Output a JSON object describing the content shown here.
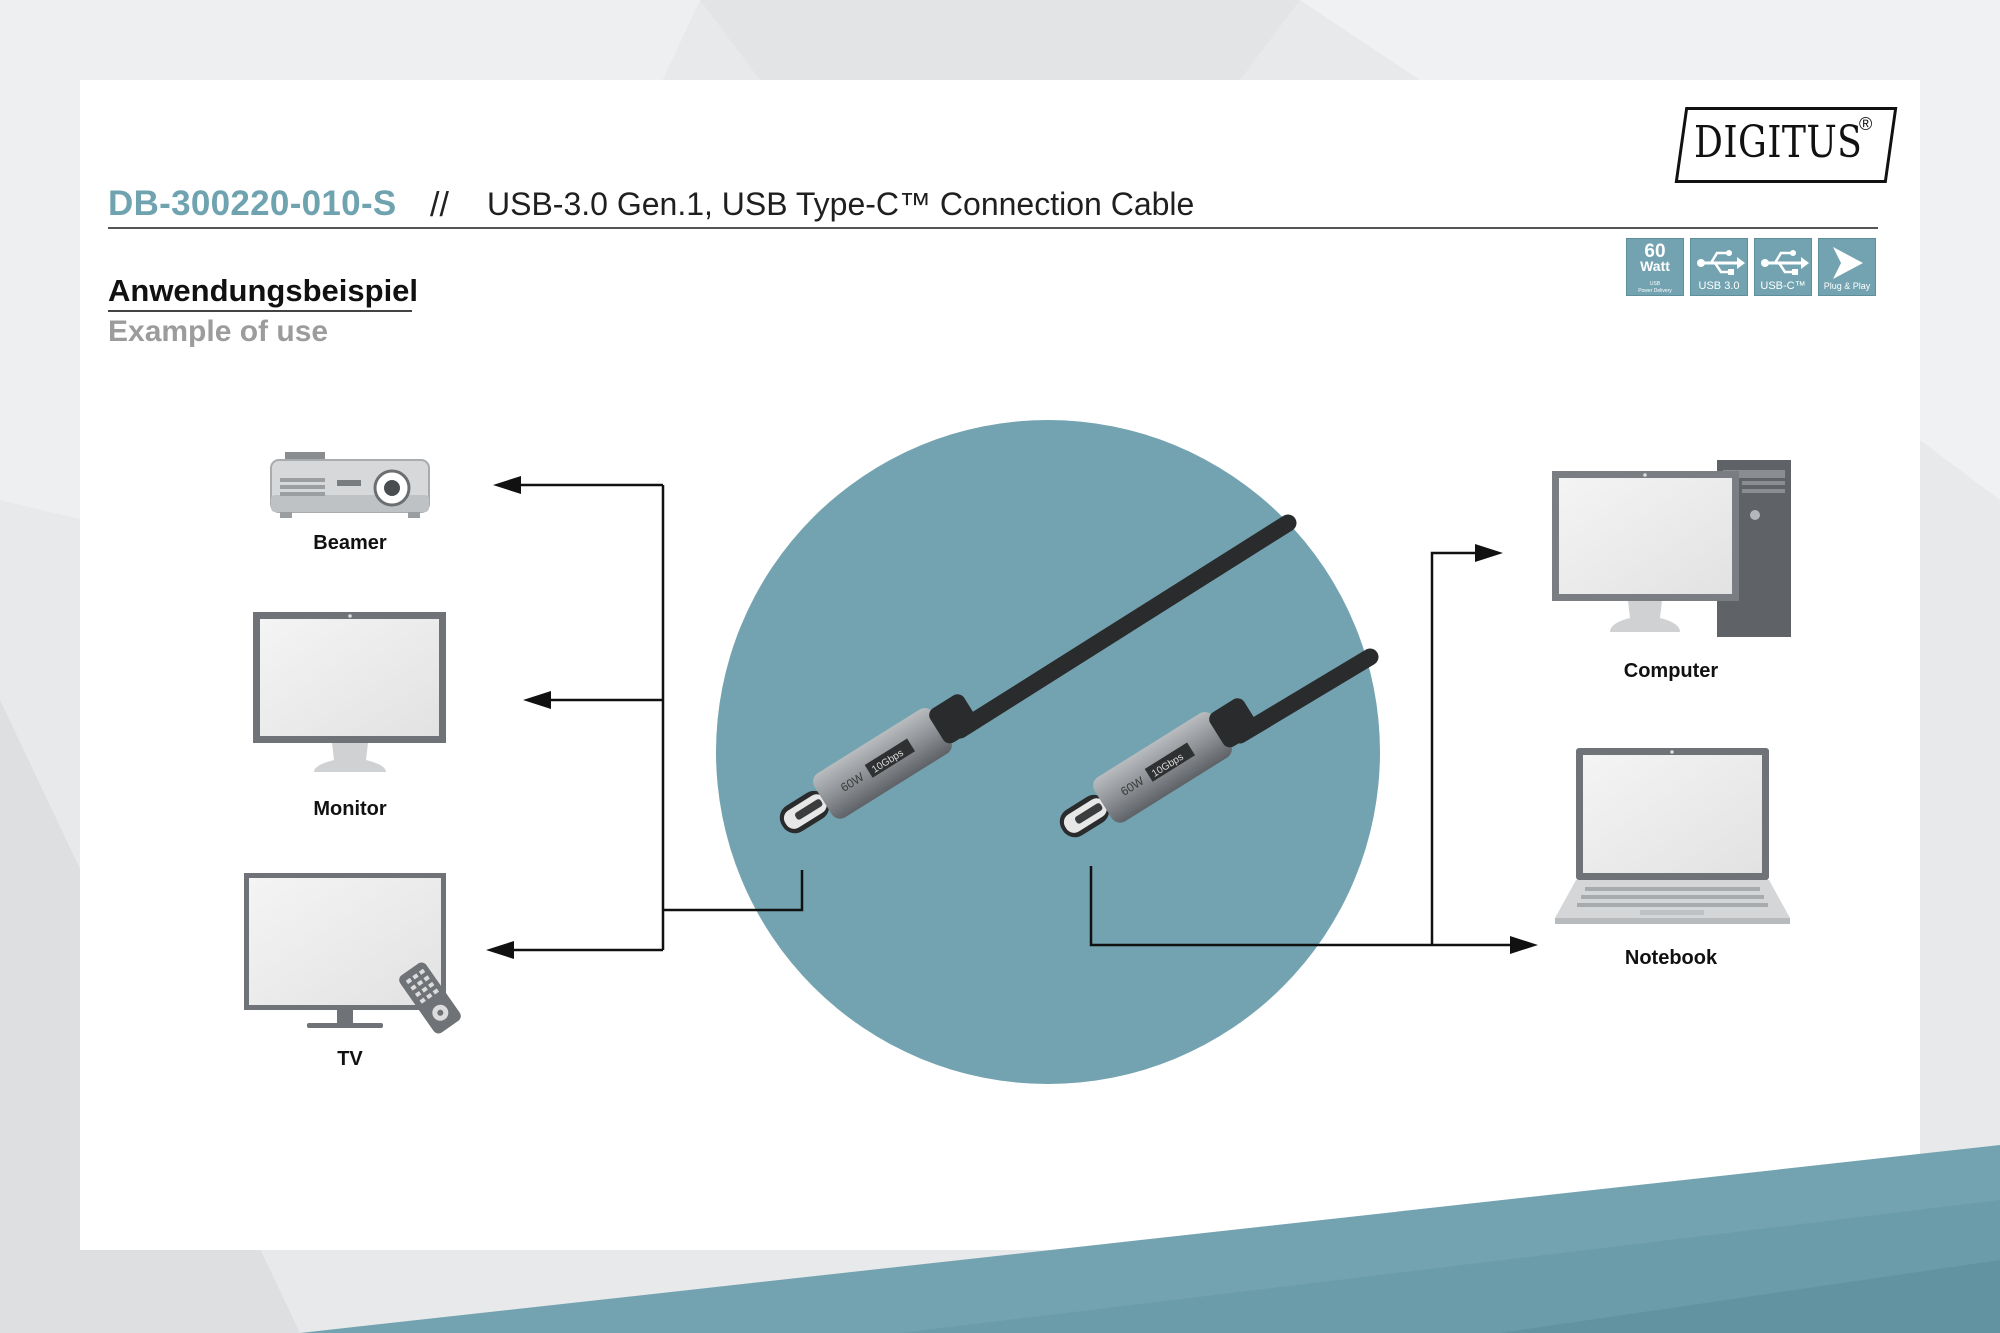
{
  "header": {
    "product_code": "DB-300220-010-S",
    "separator": "//",
    "product_title": "USB-3.0 Gen.1, USB Type-C™ Connection Cable"
  },
  "logo": {
    "brand": "DIGITUS",
    "registered": "®"
  },
  "badges": {
    "watt": {
      "number": "60",
      "unit": "Watt",
      "sub1": "USB",
      "sub2": "Power Delivery",
      "icon": "power-delivery-icon"
    },
    "usb3": {
      "label": "USB 3.0",
      "icon": "usb-trident-icon"
    },
    "usbc": {
      "label": "USB-C™",
      "icon": "usb-trident-icon"
    },
    "pnp": {
      "label": "Plug & Play",
      "icon": "play-arrow-icon"
    }
  },
  "section": {
    "title_de": "Anwendungsbeispiel",
    "title_en": "Example of use"
  },
  "devices": {
    "beamer": "Beamer",
    "monitor": "Monitor",
    "tv": "TV",
    "computer": "Computer",
    "notebook": "Notebook"
  },
  "cable": {
    "connector_print": "60W 10Gbps"
  },
  "colors": {
    "accent": "#73a3b0",
    "circle": "#73a3b0",
    "text": "#111111",
    "muted": "#9c9c9c"
  }
}
